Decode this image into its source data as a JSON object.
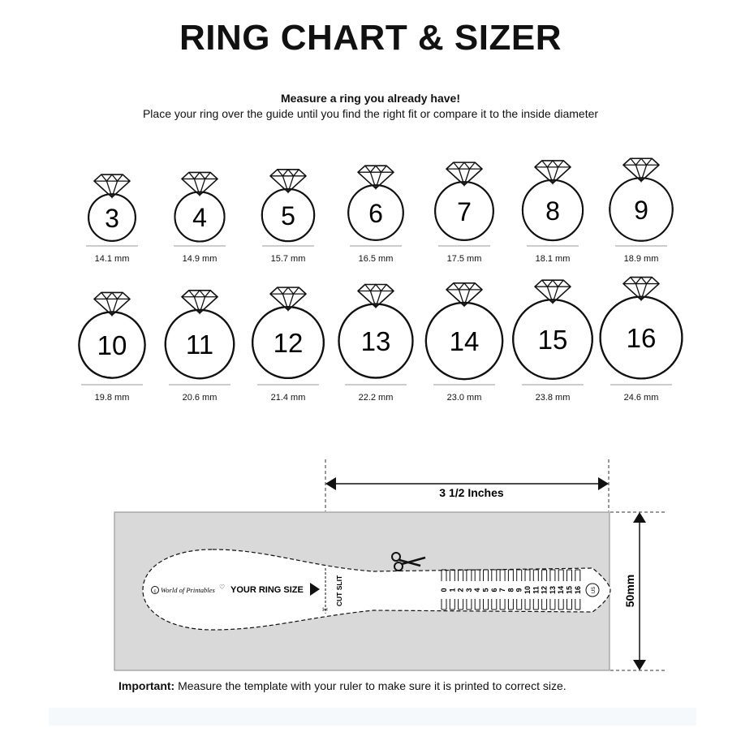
{
  "header": {
    "title": "RING CHART & SIZER",
    "subtitle": "Measure a ring you already have!",
    "instructions": "Place your ring over the guide until you find the right fit or compare it to the inside diameter"
  },
  "rings": [
    {
      "size": "3",
      "mm": "14.1 mm"
    },
    {
      "size": "4",
      "mm": "14.9 mm"
    },
    {
      "size": "5",
      "mm": "15.7 mm"
    },
    {
      "size": "6",
      "mm": "16.5 mm"
    },
    {
      "size": "7",
      "mm": "17.5 mm"
    },
    {
      "size": "8",
      "mm": "18.1 mm"
    },
    {
      "size": "9",
      "mm": "18.9 mm"
    },
    {
      "size": "10",
      "mm": "19.8 mm"
    },
    {
      "size": "11",
      "mm": "20.6 mm"
    },
    {
      "size": "12",
      "mm": "21.4 mm"
    },
    {
      "size": "13",
      "mm": "22.2 mm"
    },
    {
      "size": "14",
      "mm": "23.0 mm"
    },
    {
      "size": "15",
      "mm": "23.8 mm"
    },
    {
      "size": "16",
      "mm": "24.6 mm"
    }
  ],
  "sizer": {
    "width_label": "3 1/2 Inches",
    "height_label": "50mm",
    "brand": "World of Printables",
    "your_ring_size": "YOUR RING SIZE",
    "cut_slit": "CUT SLIT",
    "scale": [
      "0",
      "1",
      "2",
      "3",
      "4",
      "5",
      "6",
      "7",
      "8",
      "9",
      "10",
      "11",
      "12",
      "13",
      "14",
      "15",
      "16"
    ],
    "unit_badge": "US"
  },
  "footer": {
    "important_label": "Important:",
    "important_text": " Measure the template with your ruler to make sure it is printed to correct size."
  },
  "icons": {
    "diamond": "diamond-icon",
    "scissors": "scissors-icon",
    "copyright": "copyright-icon",
    "arrow": "arrow-right-icon"
  }
}
